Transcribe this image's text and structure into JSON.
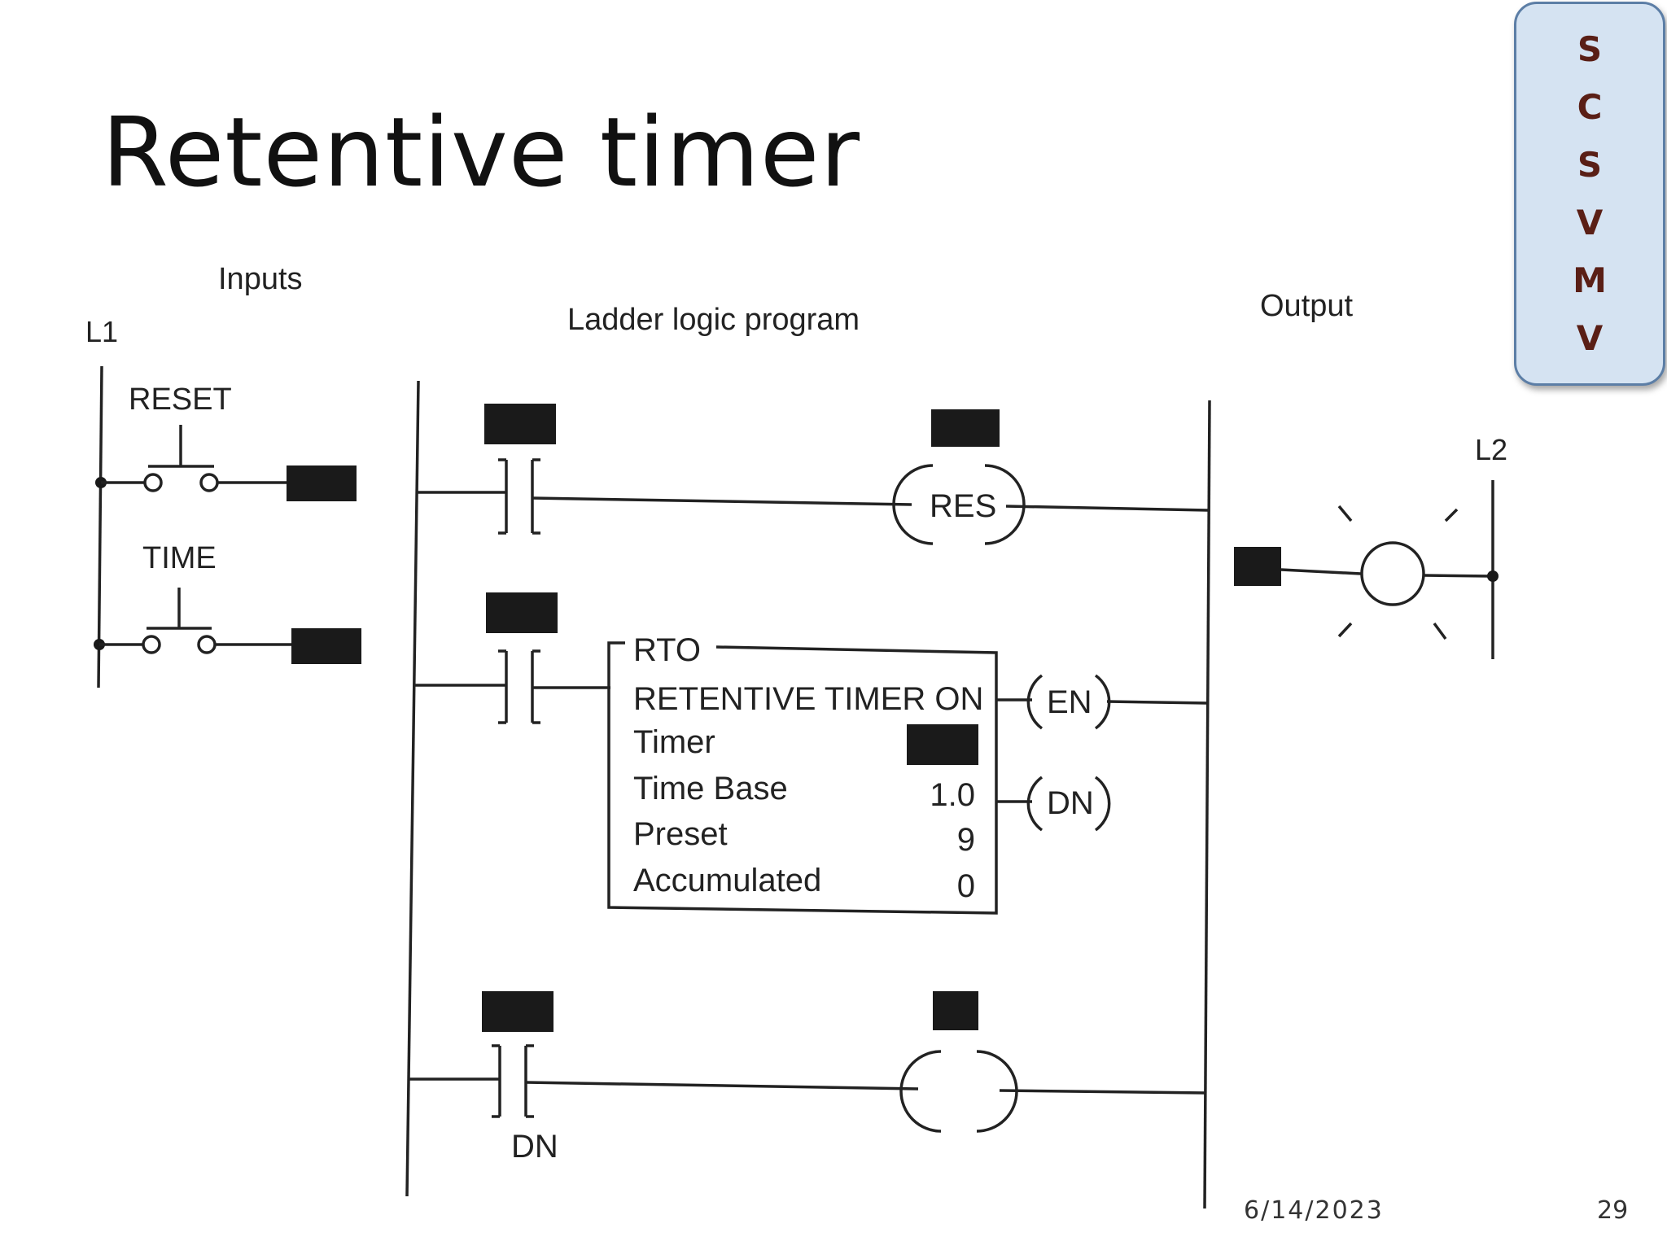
{
  "slide": {
    "title": "Retentive timer",
    "badge_letters": [
      "S",
      "C",
      "S",
      "V",
      "M",
      "V"
    ],
    "date": "6/14/2023",
    "page_number": "29"
  },
  "diagram": {
    "section_inputs": "Inputs",
    "section_program": "Ladder logic program",
    "section_output": "Output",
    "rail_left": "L1",
    "rail_right": "L2",
    "input_reset": "RESET",
    "input_time": "TIME",
    "coil_reset": "RES",
    "rto": {
      "mnemonic": "RTO",
      "name": "RETENTIVE TIMER ON",
      "rows": [
        {
          "label": "Timer",
          "value": ""
        },
        {
          "label": "Time Base",
          "value": "1.0"
        },
        {
          "label": "Preset",
          "value": "9"
        },
        {
          "label": "Accumulated",
          "value": "0"
        }
      ],
      "out_enable": "EN",
      "out_done": "DN"
    },
    "contact_done": "DN"
  },
  "colors": {
    "badge_bg": "#d5e3f2",
    "badge_border": "#5c7ea6",
    "badge_text": "#5a1f16",
    "ink": "#222222"
  }
}
